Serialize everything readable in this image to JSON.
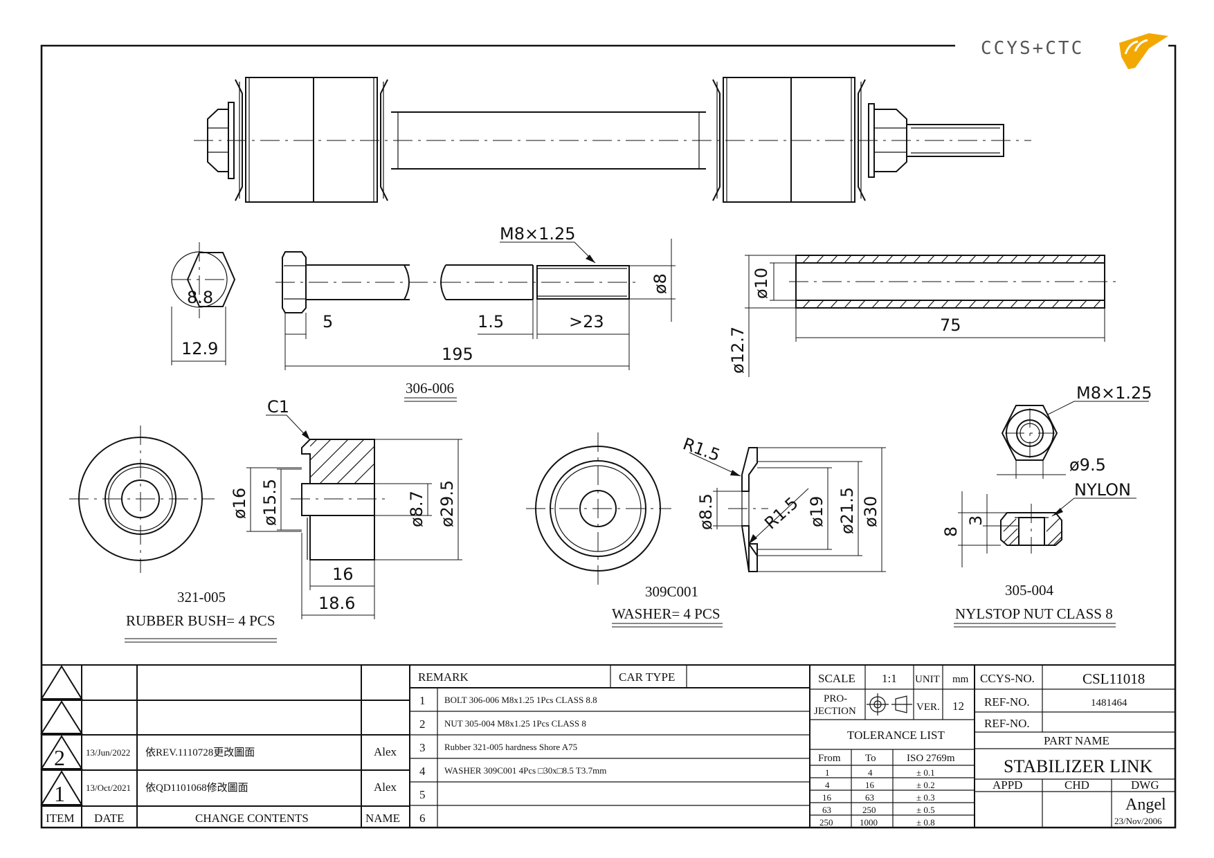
{
  "logo": {
    "text": "CCYS+CTC",
    "accent": "#f2a800"
  },
  "colors": {
    "ink": "#111111",
    "accent": "#f2a800",
    "background": "#ffffff"
  },
  "dims": {
    "hex_across": "8.8",
    "hex_width": "12.9",
    "bolt_thread": "M8×1.25",
    "bolt_dia": "ø8",
    "head_h": "5",
    "undercut": "1.5",
    "thread_len": ">23",
    "bolt_len": "195",
    "tube_id": "ø10",
    "tube_od": "ø12.7",
    "tube_len": "75",
    "chamfer": "C1",
    "bush_d16": "ø16",
    "bush_d155": "ø15.5",
    "bush_d87": "ø8.7",
    "bush_d295": "ø29.5",
    "bush_len": "16",
    "bush_total": "18.6",
    "wash_r1": "R1.5",
    "wash_r2": "R1.5",
    "wash_d85": "ø8.5",
    "wash_d19": "ø19",
    "wash_d215": "ø21.5",
    "wash_d30": "ø30",
    "nut_thread": "M8×1.25",
    "nut_d95": "ø9.5",
    "nut_nylon": "NYLON",
    "nut_h": "8",
    "nut_ins": "3"
  },
  "labels": {
    "bolt_part": "306-006",
    "bush_part": "321-005",
    "bush_desc": "RUBBER BUSH= 4 PCS",
    "washer_part": "309C001",
    "washer_desc": "WASHER= 4 PCS",
    "nut_part": "305-004",
    "nut_desc": "NYLSTOP NUT CLASS 8"
  },
  "revisions": {
    "rows": [
      {
        "item": "",
        "date": "",
        "content": "",
        "name": ""
      },
      {
        "item": "",
        "date": "",
        "content": "",
        "name": ""
      },
      {
        "item": "2",
        "date": "13/Jun/2022",
        "content": "依REV.1110728更改圖面",
        "name": "Alex"
      },
      {
        "item": "1",
        "date": "13/Oct/2021",
        "content": "依QD1101068修改圖面",
        "name": "Alex"
      }
    ],
    "headers": {
      "item": "ITEM",
      "date": "DATE",
      "content": "CHANGE CONTENTS",
      "name": "NAME"
    }
  },
  "remarks": {
    "remark_label": "REMARK",
    "car_type_label": "CAR TYPE",
    "rows": [
      {
        "no": "1",
        "text": "BOLT 306-006 M8x1.25 1Pcs CLASS 8.8"
      },
      {
        "no": "2",
        "text": "NUT 305-004 M8x1.25 1Pcs CLASS 8"
      },
      {
        "no": "3",
        "text": "Rubber 321-005 hardness Shore A75"
      },
      {
        "no": "4",
        "text": "WASHER 309C001 4Pcs □30x□8.5 T3.7mm"
      },
      {
        "no": "5",
        "text": ""
      },
      {
        "no": "6",
        "text": ""
      }
    ]
  },
  "titleblock": {
    "scale_label": "SCALE",
    "scale": "1:1",
    "unit_label": "UNIT",
    "unit": "mm",
    "projection_label": "PRO-\nJECTION",
    "projection_l1": "PRO-",
    "projection_l2": "JECTION",
    "ver_label": "VER.",
    "ver": "12",
    "tolerance_title": "TOLERANCE LIST",
    "tol_from": "From",
    "tol_to": "To",
    "tol_std": "ISO 2769m",
    "tolerances": [
      {
        "from": "1",
        "to": "4",
        "tol": "± 0.1"
      },
      {
        "from": "4",
        "to": "16",
        "tol": "± 0.2"
      },
      {
        "from": "16",
        "to": "63",
        "tol": "± 0.3"
      },
      {
        "from": "63",
        "to": "250",
        "tol": "± 0.5"
      },
      {
        "from": "250",
        "to": "1000",
        "tol": "± 0.8"
      }
    ],
    "ccys_label": "CCYS-NO.",
    "ccys_no": "CSL11018",
    "ref_label": "REF-NO.",
    "ref_no": "1481464",
    "ref2_label": "REF-NO.",
    "ref2_no": "",
    "part_name_label": "PART NAME",
    "part_name": "STABILIZER LINK",
    "appd_label": "APPD",
    "chd_label": "CHD",
    "dwg_label": "DWG",
    "dwg_name": "Angel",
    "dwg_date": "23/Nov/2006"
  }
}
